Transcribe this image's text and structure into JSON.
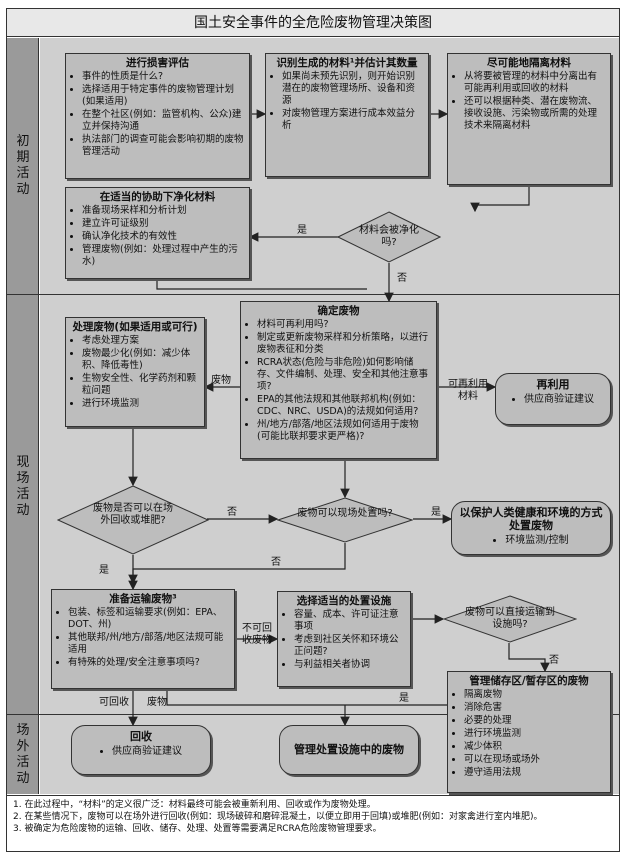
{
  "title": "国土安全事件的全危险废物管理决策图",
  "phases": {
    "initial": "初期活动",
    "onsite": "现场活动",
    "offsite": "场外活动"
  },
  "boxes": {
    "assess": {
      "title": "进行损害评估",
      "items": [
        "事件的性质是什么?",
        "选择适用于特定事件的废物管理计划(如果适用)",
        "在整个社区(例如：监管机构、公众)建立并保持沟通",
        "执法部门的调查可能会影响初期的废物管理活动"
      ]
    },
    "identify": {
      "title": "识别生成的材料¹并估计其数量",
      "items": [
        "如果尚未预先识别，则开始识别潜在的废物管理场所、设备和资源",
        "对废物管理方案进行成本效益分析"
      ]
    },
    "isolate": {
      "title": "尽可能地隔离材料",
      "items": [
        "从将要被管理的材料中分离出有可能再利用或回收的材料",
        "还可以根据种类、潜在废物流、接收设施、污染物或所需的处理技术来隔离材料"
      ]
    },
    "decon": {
      "title": "在适当的协助下净化材料",
      "items": [
        "准备现场采样和分析计划",
        "建立许可证级别",
        "确认净化技术的有效性",
        "管理废物(例如：处理过程中产生的污水)"
      ]
    },
    "treat": {
      "title": "处理废物(如果适用或可行)",
      "items": [
        "考虑处理方案",
        "废物最少化(例如：减少体积、降低毒性)",
        "生物安全性、化学药剂和颗粒问题",
        "进行环境监测"
      ]
    },
    "determine": {
      "title": "确定废物",
      "items": [
        "材料可再利用吗?",
        "制定或更新废物采样和分析策略，以进行废物表征和分类",
        "RCRA状态(危险与非危险)如何影响储存、文件编制、处理、安全和其他注意事项?",
        "EPA的其他法规和其他联邦机构(例如：CDC、NRC、USDA)的法规如何适用?",
        "州/地方/部落/地区法规如何适用于废物(可能比联邦要求更严格)?"
      ]
    },
    "reuse": {
      "title": "再利用",
      "items": [
        "供应商验证建议"
      ]
    },
    "protect": {
      "title": "以保护人类健康和环境的方式处置废物",
      "items": [
        "环境监测/控制"
      ]
    },
    "transport": {
      "title": "准备运输废物³",
      "items": [
        "包装、标签和运输要求(例如：EPA、DOT、州)",
        "其他联邦/州/地方/部落/地区法规可能适用",
        "有特殊的处理/安全注意事项吗?"
      ]
    },
    "facility": {
      "title": "选择适当的处置设施",
      "items": [
        "容量、成本、许可证注意事项",
        "考虑到社区关怀和环境公正问题?",
        "与利益相关者协调"
      ]
    },
    "storage": {
      "title": "管理储存区/暂存区的废物",
      "items": [
        "隔离废物",
        "消除危害",
        "必要的处理",
        "进行环境监测",
        "减少体积",
        "可以在现场或场外",
        "遵守适用法规"
      ]
    },
    "recycle": {
      "title": "回收",
      "items": [
        "供应商验证建议"
      ]
    },
    "dispose": {
      "title": "管理处置设施中的废物"
    }
  },
  "decisions": {
    "can_decon": "材料会被净化吗?",
    "recycle_q": "废物是否可以在场外回收或堆肥?",
    "onsite_q": "废物可以现场处置吗?",
    "direct_q": "废物可以直接运输到设施吗?"
  },
  "labels": {
    "yes1": "是",
    "no1": "否",
    "waste1": "废物",
    "reuse_material": "可再利用材料",
    "no2": "否",
    "yes2": "是",
    "yes3": "是",
    "no3": "否",
    "not_recyclable": "不可回收废物",
    "no4": "否",
    "yes4": "是",
    "recyclable": "可回收",
    "waste2": "废物"
  },
  "notes": [
    "1. 在此过程中，“材料”的定义很广泛：材料最终可能会被重新利用、回收或作为废物处理。",
    "2. 在某些情况下，废物可以在场外进行回收(例如：现场破碎和磨碎混凝土，以便立即用于回填)或堆肥(例如：对家禽进行室内堆肥)。",
    "3. 被确定为危险废物的运输、回收、储存、处理、处置等需要满足RCRA危险废物管理要求。"
  ]
}
